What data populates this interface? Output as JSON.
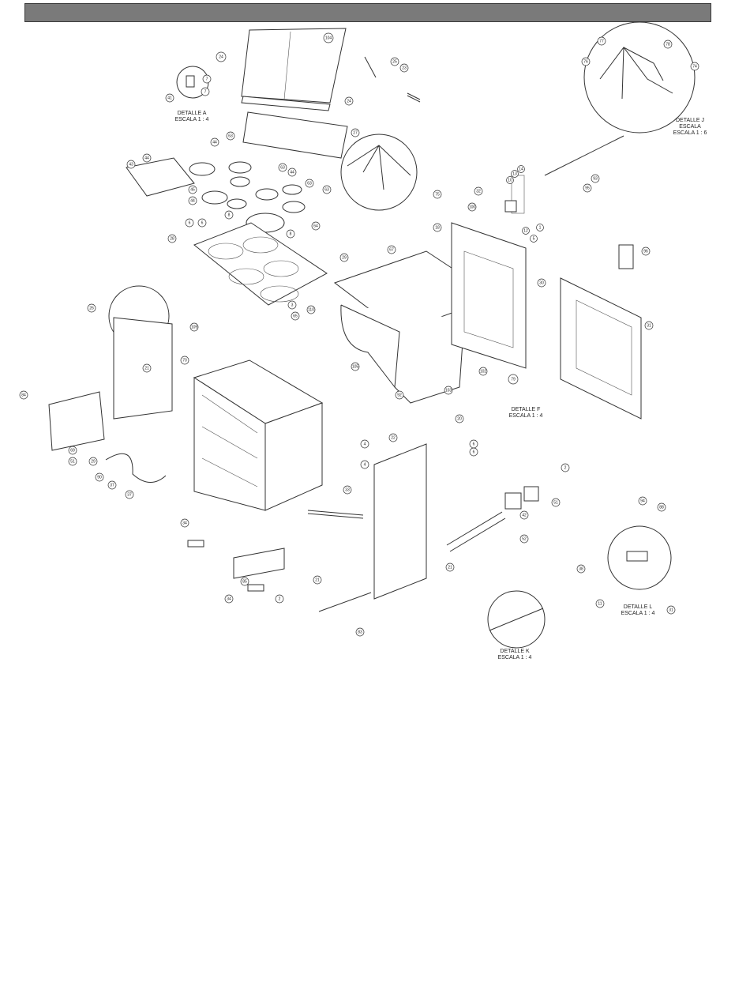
{
  "details": [
    {
      "title": "DETALLE A",
      "scale": "ESCALA 1 : 4"
    },
    {
      "title": "DETALLE J",
      "scale": "ESCALA 1 : 6",
      "extra": "ESCALA"
    },
    {
      "title": "DETALLE F",
      "scale": "ESCALA 1 : 4"
    },
    {
      "title": "DETALLE K",
      "scale": "ESCALA 1 : 4"
    },
    {
      "title": "DETALLE L",
      "scale": "ESCALA 1 : 4"
    }
  ],
  "callouts": {
    "c1": "104",
    "c2": "24",
    "c3": "7",
    "c4": "7",
    "c5": "41",
    "c6": "24",
    "c7": "25",
    "c8": "23",
    "c9": "77",
    "c10": "76",
    "c11": "78",
    "c12": "74",
    "c13": "27",
    "c14": "43",
    "c15": "44",
    "c16": "44",
    "c17": "63",
    "c18": "45",
    "c19": "44",
    "c20": "63",
    "c21": "44",
    "c22": "63",
    "c23": "64",
    "c24": "63",
    "c25": "8",
    "c26": "8",
    "c27": "75",
    "c28": "32",
    "c29": "100",
    "c30": "93",
    "c31": "95",
    "c32": "28",
    "c33": "6",
    "c34": "6",
    "c35": "29",
    "c36": "3",
    "c37": "67",
    "c38": "18",
    "c39": "30",
    "c40": "96",
    "c41": "31",
    "c42": "26",
    "c43": "21",
    "c44": "109",
    "c45": "65",
    "c46": "110",
    "c47": "84",
    "c48": "70",
    "c49": "105",
    "c50": "92",
    "c51": "102",
    "c52": "103",
    "c53": "79",
    "c54": "4",
    "c55": "4",
    "c56": "33",
    "c57": "20",
    "c58": "6",
    "c59": "6",
    "c60": "2",
    "c61": "51",
    "c62": "42",
    "c63": "52",
    "c64": "21",
    "c65": "22",
    "c66": "34",
    "c67": "34",
    "c68": "85",
    "c69": "21",
    "c70": "2",
    "c71": "83",
    "c72": "94",
    "c73": "88",
    "c74": "38",
    "c75": "11",
    "c76": "31",
    "c77": "69",
    "c78": "51",
    "c79": "29",
    "c80": "90",
    "c81": "37",
    "c82": "37",
    "c83": "10",
    "c84": "13",
    "c85": "12",
    "c86": "14",
    "c87": "5",
    "c88": "1"
  }
}
